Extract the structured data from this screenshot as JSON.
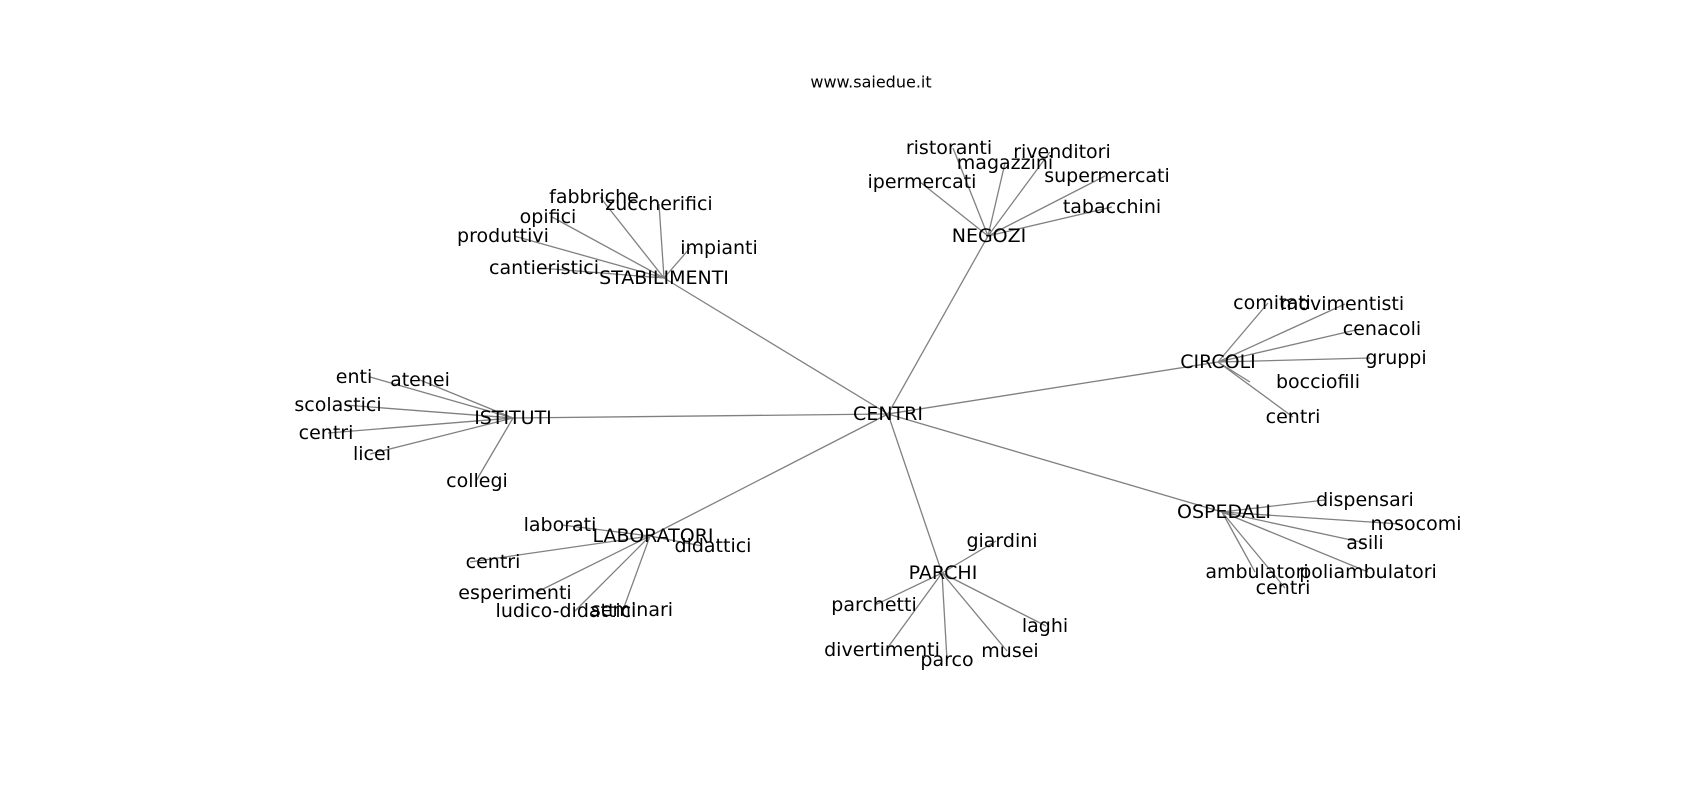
{
  "header": {
    "site": "www.saiedue.it"
  },
  "graph": {
    "center": "CENTRI",
    "hubs": [
      {
        "id": "negozi",
        "label": "NEGOZI",
        "children": [
          "ristoranti",
          "magazzini",
          "rivenditori",
          "ipermercati",
          "supermercati",
          "tabacchini"
        ]
      },
      {
        "id": "stabilimenti",
        "label": "STABILIMENTI",
        "children": [
          "fabbriche",
          "zuccherifici",
          "opifici",
          "produttivi",
          "impianti",
          "cantieristici"
        ]
      },
      {
        "id": "circoli",
        "label": "CIRCOLI",
        "children": [
          "comitati",
          "movimentisti",
          "cenacoli",
          "gruppi",
          "bocciofili",
          "centri"
        ]
      },
      {
        "id": "istituti",
        "label": "ISTITUTI",
        "children": [
          "enti",
          "atenei",
          "scolastici",
          "centri",
          "licei",
          "collegi"
        ]
      },
      {
        "id": "ospedali",
        "label": "OSPEDALI",
        "children": [
          "dispensari",
          "nosocomi",
          "asili",
          "ambulatori",
          "poliambulatori",
          "centri"
        ]
      },
      {
        "id": "laboratori",
        "label": "LABORATORI",
        "children": [
          "laborati",
          "didattici",
          "centri",
          "esperimenti",
          "ludico-didattici",
          "seminari"
        ]
      },
      {
        "id": "parchi",
        "label": "PARCHI",
        "children": [
          "giardini",
          "parchetti",
          "laghi",
          "divertimenti",
          "musei",
          "parco"
        ]
      }
    ]
  }
}
